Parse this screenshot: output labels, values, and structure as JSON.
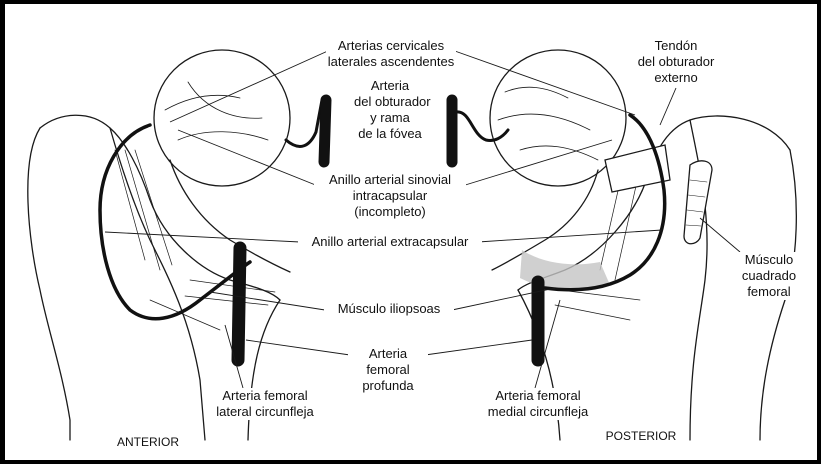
{
  "colors": {
    "ink": "#1a1a1a",
    "vessel": "#111111",
    "paper": "#ffffff",
    "shade": "#bdbdbd"
  },
  "labels": {
    "arterias_cervicales": "Arterias cervicales\nlaterales ascendentes",
    "arteria_obturador": "Arteria\ndel obturador\ny rama\nde la fóvea",
    "tendon_obturador": "Tendón\ndel obturador\nexterno",
    "anillo_sinovial": "Anillo arterial sinovial\nintracapsular\n(incompleto)",
    "anillo_extracapsular": "Anillo arterial extracapsular",
    "musculo_cuadrado": "Músculo\ncuadrado\nfemoral",
    "musculo_iliopsoas": "Músculo iliopsoas",
    "arteria_profunda": "Arteria\nfemoral\nprofunda",
    "femoral_lateral": "Arteria femoral\nlateral circunfleja",
    "femoral_medial": "Arteria femoral\nmedial circunfleja",
    "anterior": "ANTERIOR",
    "posterior": "POSTERIOR"
  }
}
